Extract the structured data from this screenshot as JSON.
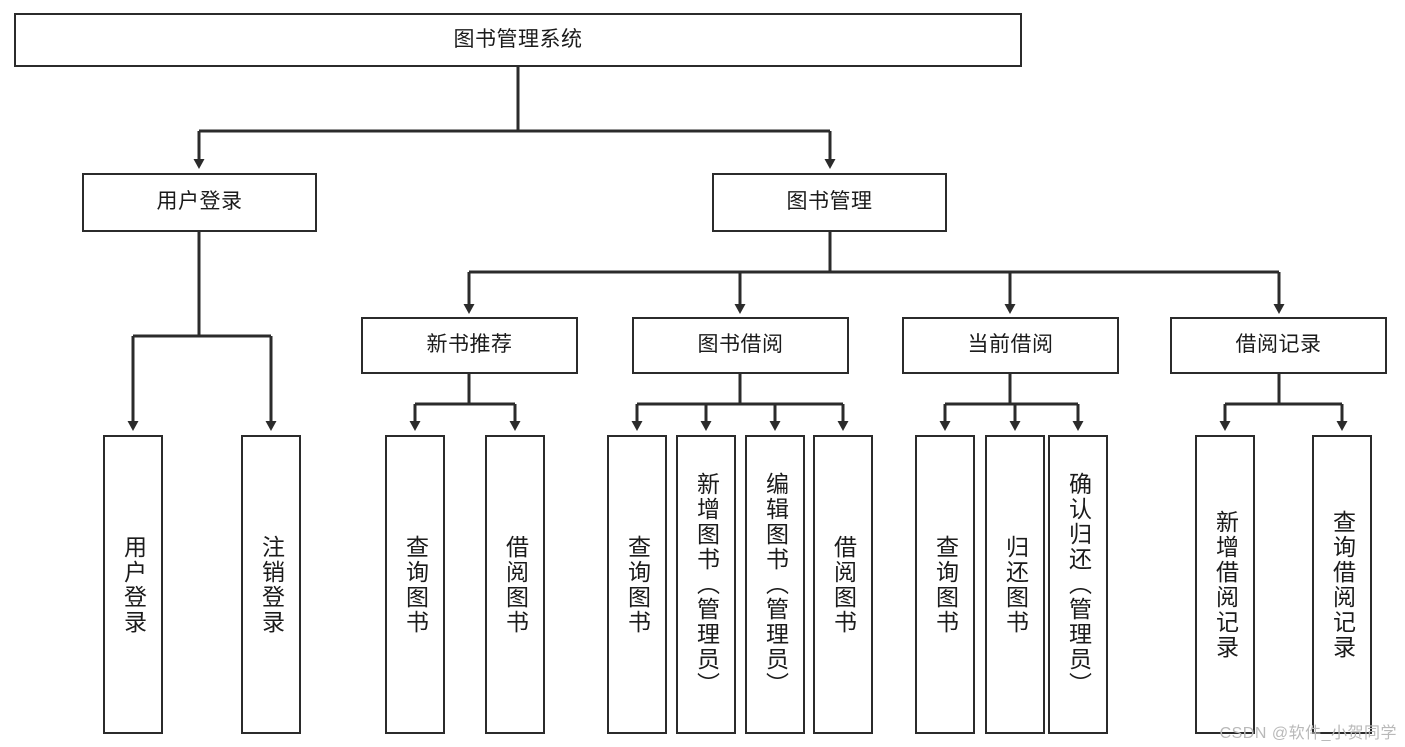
{
  "diagram": {
    "title": "图书管理系统",
    "type": "tree",
    "watermark": "CSDN @软件_小贺同学",
    "colors": {
      "box_border": "#2b2b2b",
      "box_fill": "#ffffff",
      "edge": "#2b2b2b",
      "text": "#1b1b1b",
      "watermark": "#b9b9b9"
    },
    "nodes": {
      "root": {
        "label": "图书管理系统"
      },
      "level1": [
        {
          "label": "用户登录"
        },
        {
          "label": "图书管理"
        }
      ],
      "level2": [
        {
          "label": "新书推荐"
        },
        {
          "label": "图书借阅"
        },
        {
          "label": "当前借阅"
        },
        {
          "label": "借阅记录"
        }
      ],
      "leaves": {
        "user_login": [
          {
            "label": "用户登录"
          },
          {
            "label": "注销登录"
          }
        ],
        "new_book_recommend": [
          {
            "label": "查询图书"
          },
          {
            "label": "借阅图书"
          }
        ],
        "book_borrow": [
          {
            "label": "查询图书"
          },
          {
            "label": "新增图书（管理员）"
          },
          {
            "label": "编辑图书（管理员）"
          },
          {
            "label": "借阅图书"
          }
        ],
        "current_borrow": [
          {
            "label": "查询图书"
          },
          {
            "label": "归还图书"
          },
          {
            "label": "确认归还（管理员）"
          }
        ],
        "borrow_record": [
          {
            "label": "新增借阅记录"
          },
          {
            "label": "查询借阅记录"
          }
        ]
      }
    }
  }
}
